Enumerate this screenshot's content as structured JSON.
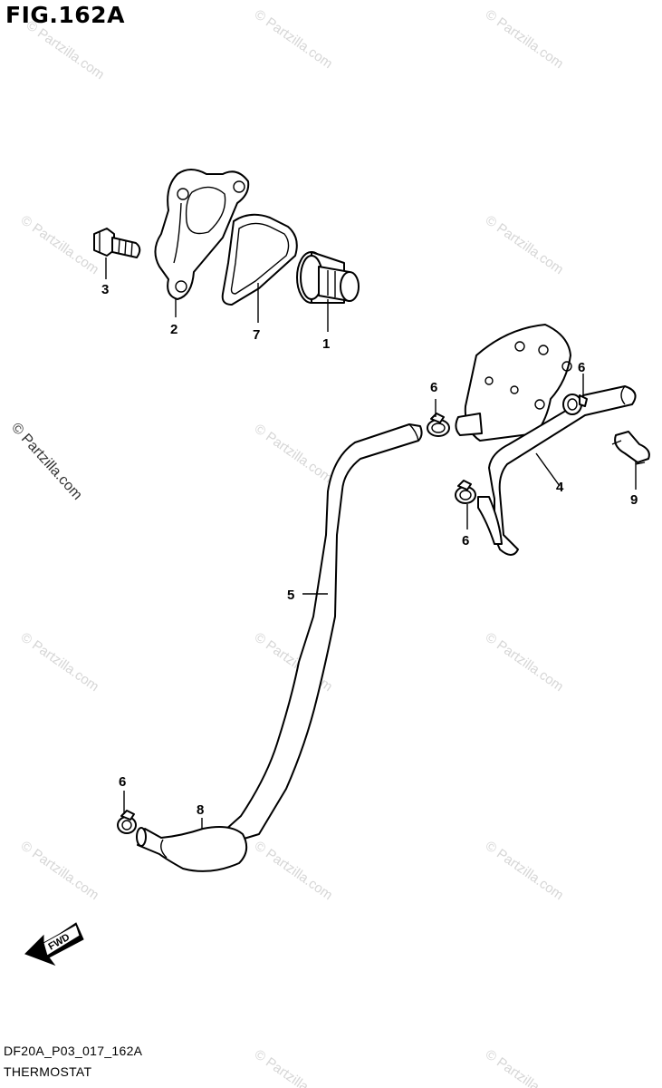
{
  "figure": {
    "title": "FIG.162A",
    "code": "DF20A_P03_017_162A",
    "caption": "THERMOSTAT"
  },
  "watermark": {
    "text": "© Partzilla.com"
  },
  "callouts": {
    "thermostat": "1",
    "thermostat_cover": "2",
    "bolt": "3",
    "hose_upper": "4",
    "hose_long": "5",
    "clamp_a": "6",
    "clamp_b": "6",
    "clamp_c": "6",
    "clamp_d": "6",
    "gasket": "7",
    "hose_lower": "8",
    "clip": "9"
  },
  "fwd_label": "FWD"
}
